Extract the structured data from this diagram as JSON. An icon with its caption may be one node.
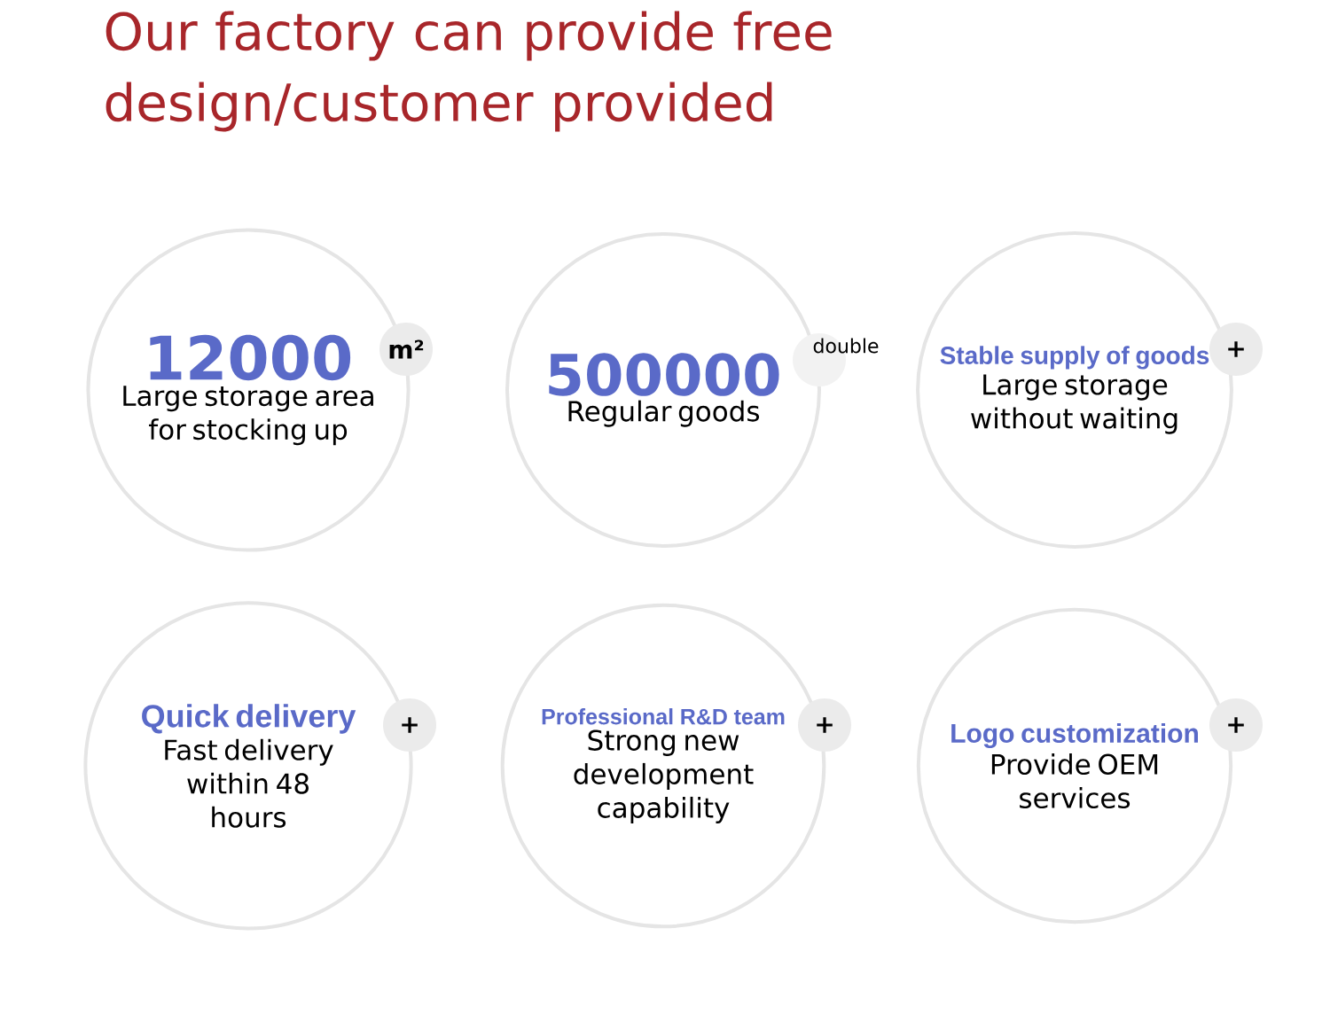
{
  "diagram": {
    "title": "Our factory can provide free design/customer provided",
    "nodes": [
      {
        "text": [
          "12000",
          "Large storage area for stocking up"
        ],
        "beside": [
          "m²"
        ]
      },
      {
        "text": [
          "500000",
          "Regular goods"
        ],
        "beside": [
          "double"
        ]
      },
      {
        "text": [
          "Stable supply of goods",
          "Large storage without waiting"
        ],
        "beside": [
          "+"
        ]
      },
      {
        "text": [
          "Quick delivery",
          "Fast delivery within 48 hours"
        ],
        "beside": [
          "+"
        ]
      },
      {
        "text": [
          "Professional R&D team",
          "Strong new development capability"
        ],
        "beside": [
          "+"
        ]
      },
      {
        "text": [
          "Logo customization",
          "Provide OEM services"
        ],
        "beside": [
          "+"
        ]
      }
    ]
  }
}
